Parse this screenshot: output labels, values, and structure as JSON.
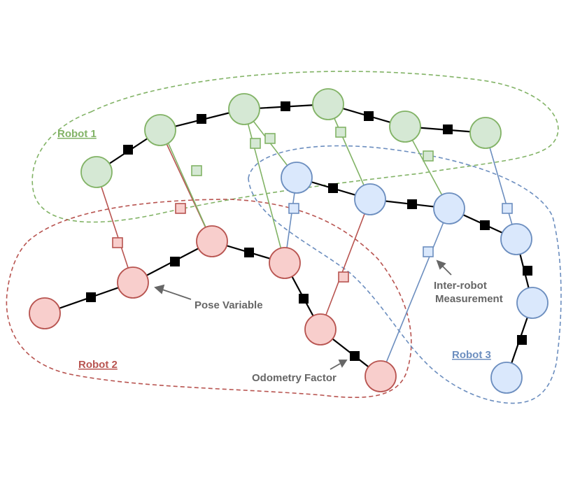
{
  "labels": {
    "robot1": "Robot 1",
    "robot2": "Robot 2",
    "robot3": "Robot 3",
    "pose_variable": "Pose Variable",
    "inter_robot_line1": "Inter-robot",
    "inter_robot_line2": "Measurement",
    "odometry_factor": "Odometry Factor"
  },
  "colors": {
    "robot1_stroke": "#82b366",
    "robot1_fill": "#d5e8d4",
    "robot2_stroke": "#b85450",
    "robot2_fill": "#f8cecc",
    "robot3_stroke": "#6c8ebf",
    "robot3_fill": "#dae8fc",
    "robot1_label": "#82b366",
    "robot2_label": "#b85450",
    "robot3_label": "#6c8ebf",
    "annotation": "#666666",
    "odometry": "#000000"
  }
}
